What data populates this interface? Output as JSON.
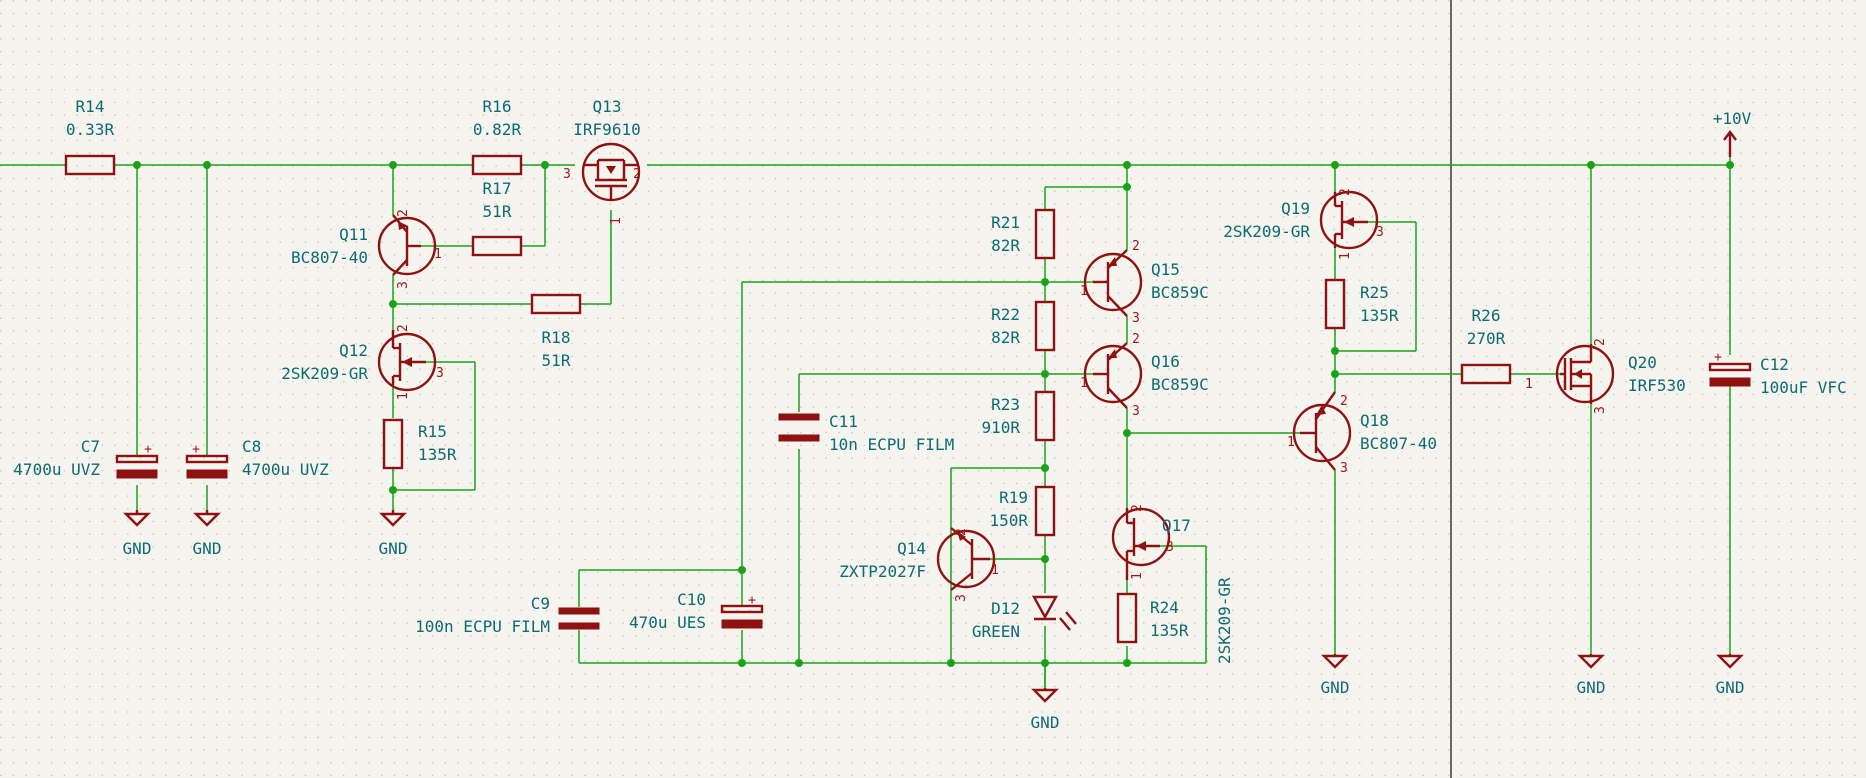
{
  "sheet": {
    "background": "#f5f4ef",
    "wire_color": "#1aa31a",
    "symbol_color": "#8e1212",
    "label_color": "#0e6b73"
  },
  "power": {
    "rail": "+10V",
    "ground": "GND"
  },
  "components": {
    "R14": {
      "ref": "R14",
      "value": "0.33R"
    },
    "R16": {
      "ref": "R16",
      "value": "0.82R"
    },
    "R17": {
      "ref": "R17",
      "value": "51R"
    },
    "R18": {
      "ref": "R18",
      "value": "51R"
    },
    "R15": {
      "ref": "R15",
      "value": "135R"
    },
    "R21": {
      "ref": "R21",
      "value": "82R"
    },
    "R22": {
      "ref": "R22",
      "value": "82R"
    },
    "R23": {
      "ref": "R23",
      "value": "910R"
    },
    "R19": {
      "ref": "R19",
      "value": "150R"
    },
    "R24": {
      "ref": "R24",
      "value": "135R"
    },
    "R25": {
      "ref": "R25",
      "value": "135R"
    },
    "R26": {
      "ref": "R26",
      "value": "270R"
    },
    "Q11": {
      "ref": "Q11",
      "value": "BC807-40"
    },
    "Q12": {
      "ref": "Q12",
      "value": "2SK209-GR"
    },
    "Q13": {
      "ref": "Q13",
      "value": "IRF9610"
    },
    "Q14": {
      "ref": "Q14",
      "value": "ZXTP2027F"
    },
    "Q15": {
      "ref": "Q15",
      "value": "BC859C"
    },
    "Q16": {
      "ref": "Q16",
      "value": "BC859C"
    },
    "Q17": {
      "ref": "Q17",
      "value": "2SK209-GR"
    },
    "Q18": {
      "ref": "Q18",
      "value": "BC807-40"
    },
    "Q19": {
      "ref": "Q19",
      "value": "2SK209-GR"
    },
    "Q20": {
      "ref": "Q20",
      "value": "IRF530"
    },
    "C7": {
      "ref": "C7",
      "value": "4700u UVZ"
    },
    "C8": {
      "ref": "C8",
      "value": "4700u UVZ"
    },
    "C9": {
      "ref": "C9",
      "value": "100n ECPU FILM"
    },
    "C10": {
      "ref": "C10",
      "value": "470u UES"
    },
    "C11": {
      "ref": "C11",
      "value": "10n ECPU FILM"
    },
    "C12": {
      "ref": "C12",
      "value": "100uF VFC"
    },
    "D12": {
      "ref": "D12",
      "value": "GREEN"
    }
  },
  "pins": {
    "p1": "1",
    "p2": "2",
    "p3": "3",
    "plus": "+"
  }
}
